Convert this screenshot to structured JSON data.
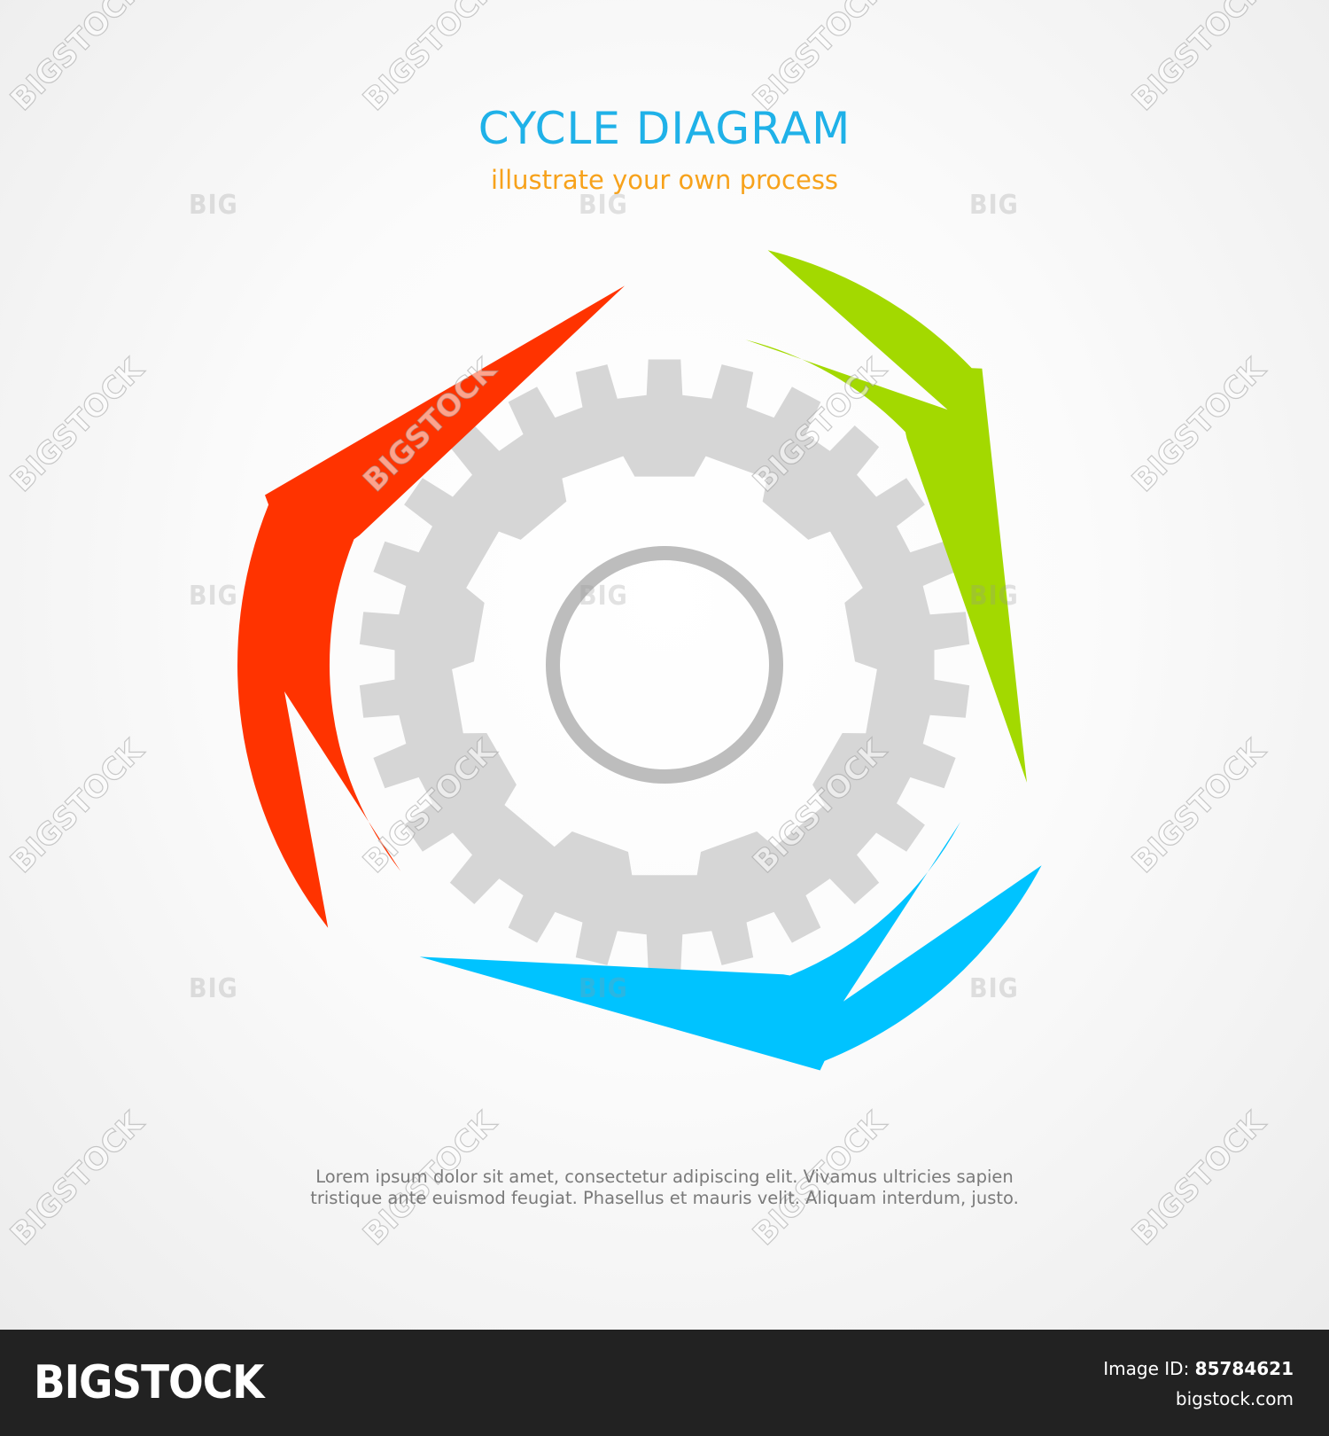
{
  "header": {
    "title": "CYCLE DIAGRAM",
    "subtitle": "illustrate your own process"
  },
  "diagram": {
    "segments": [
      {
        "color": "#ff3300"
      },
      {
        "color": "#a3d900"
      },
      {
        "color": "#00c3ff"
      }
    ],
    "gear_color": "#d6d6d6",
    "ring_color": "#bdbdbd",
    "center_icon": "gear-icon"
  },
  "body": {
    "line1": "Lorem ipsum dolor sit amet, consectetur adipiscing elit. Vivamus ultricies sapien",
    "line2": "tristique ante euismod feugiat. Phasellus et mauris velit. Aliquam interdum, justo."
  },
  "colors": {
    "title": "#1fb1e8",
    "subtitle": "#f7a21b"
  },
  "watermark": {
    "big": "BIG",
    "stock": "BIGSTOCK"
  },
  "footer": {
    "brand": "BIGSTOCK",
    "image_id_label": "Image ID:",
    "image_id": "85784621",
    "site": "bigstock.com"
  }
}
